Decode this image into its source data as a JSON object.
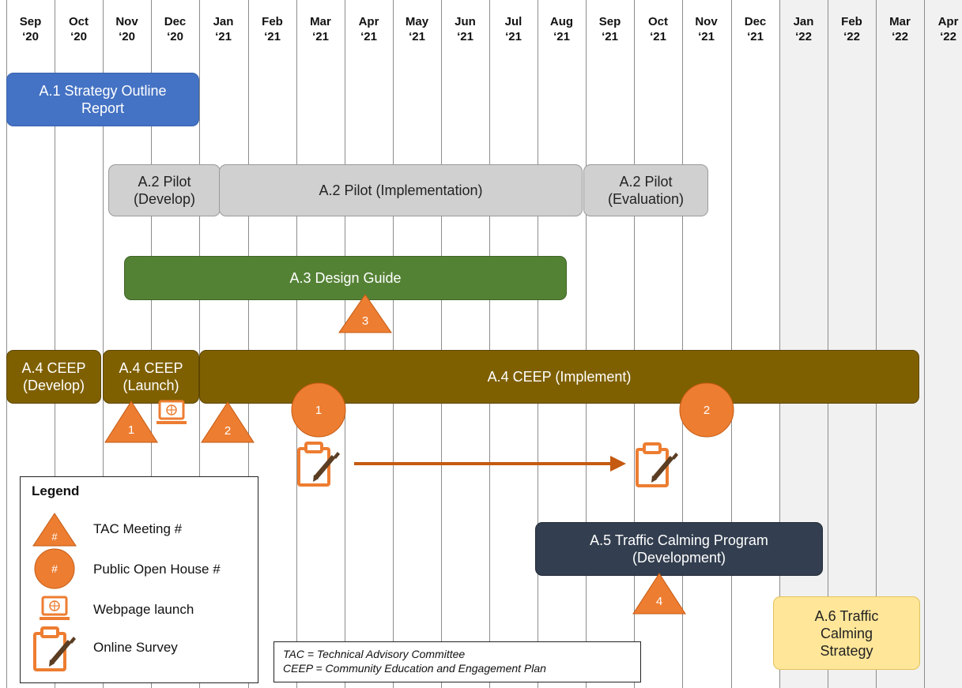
{
  "timeline": {
    "columns": [
      {
        "month": "Sep",
        "year": "‘20"
      },
      {
        "month": "Oct",
        "year": "‘20"
      },
      {
        "month": "Nov",
        "year": "‘20"
      },
      {
        "month": "Dec",
        "year": "‘20"
      },
      {
        "month": "Jan",
        "year": "‘21"
      },
      {
        "month": "Feb",
        "year": "‘21"
      },
      {
        "month": "Mar",
        "year": "‘21"
      },
      {
        "month": "Apr",
        "year": "‘21"
      },
      {
        "month": "May",
        "year": "‘21"
      },
      {
        "month": "Jun",
        "year": "‘21"
      },
      {
        "month": "Jul",
        "year": "‘21"
      },
      {
        "month": "Aug",
        "year": "‘21"
      },
      {
        "month": "Sep",
        "year": "‘21"
      },
      {
        "month": "Oct",
        "year": "‘21"
      },
      {
        "month": "Nov",
        "year": "‘21"
      },
      {
        "month": "Dec",
        "year": "‘21"
      },
      {
        "month": "Jan",
        "year": "‘22"
      },
      {
        "month": "Feb",
        "year": "‘22"
      },
      {
        "month": "Mar",
        "year": "‘22"
      },
      {
        "month": "Apr",
        "year": "‘22"
      }
    ]
  },
  "tasks": {
    "a1": "A.1 Strategy Outline\nReport",
    "a2_develop": "A.2 Pilot\n(Develop)",
    "a2_implementation": "A.2 Pilot (Implementation)",
    "a2_evaluation": "A.2 Pilot\n(Evaluation)",
    "a3": "A.3 Design Guide",
    "a4_develop": "A.4 CEEP\n(Develop)",
    "a4_launch": "A.4 CEEP\n(Launch)",
    "a4_implement": "A.4 CEEP (Implement)",
    "a5": "A.5 Traffic Calming  Program\n(Development)",
    "a6": "A.6 Traffic\nCalming\nStrategy"
  },
  "milestones": {
    "tac_meetings": [
      "1",
      "2",
      "3",
      "4"
    ],
    "open_houses": [
      "1",
      "2"
    ]
  },
  "legend": {
    "title": "Legend",
    "marker_symbol": "#",
    "tac_meeting": "TAC Meeting #",
    "open_house": "Public Open House #",
    "webpage": "Webpage launch",
    "survey": "Online Survey"
  },
  "notes": {
    "tac": "TAC = Technical Advisory Committee",
    "ceep": "CEEP = Community Education and Engagement Plan"
  },
  "colors": {
    "orange": "#ed7d31",
    "arrow": "#c55a11"
  }
}
